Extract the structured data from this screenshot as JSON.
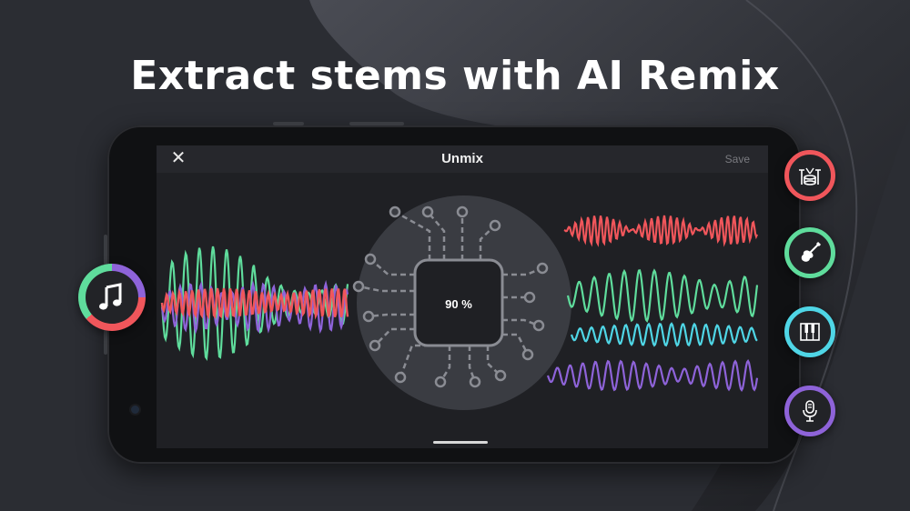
{
  "headline": "Extract stems with AI Remix",
  "appbar": {
    "close_label": "✕",
    "title": "Unmix",
    "save_label": "Save"
  },
  "progress": {
    "label": "90 %",
    "value": 90
  },
  "stems": [
    {
      "name": "drums",
      "icon": "drums-icon",
      "color": "#f0565b"
    },
    {
      "name": "guitar",
      "icon": "guitar-icon",
      "color": "#5fdc9c"
    },
    {
      "name": "piano",
      "icon": "piano-icon",
      "color": "#4fd6e6"
    },
    {
      "name": "vocals",
      "icon": "microphone-icon",
      "color": "#8e63d9"
    }
  ],
  "source": {
    "icon": "music-note-icon"
  },
  "colors": {
    "red": "#f0565b",
    "green": "#5fdc9c",
    "cyan": "#4fd6e6",
    "purple": "#8e63d9",
    "circuit": "#8a8c93"
  }
}
